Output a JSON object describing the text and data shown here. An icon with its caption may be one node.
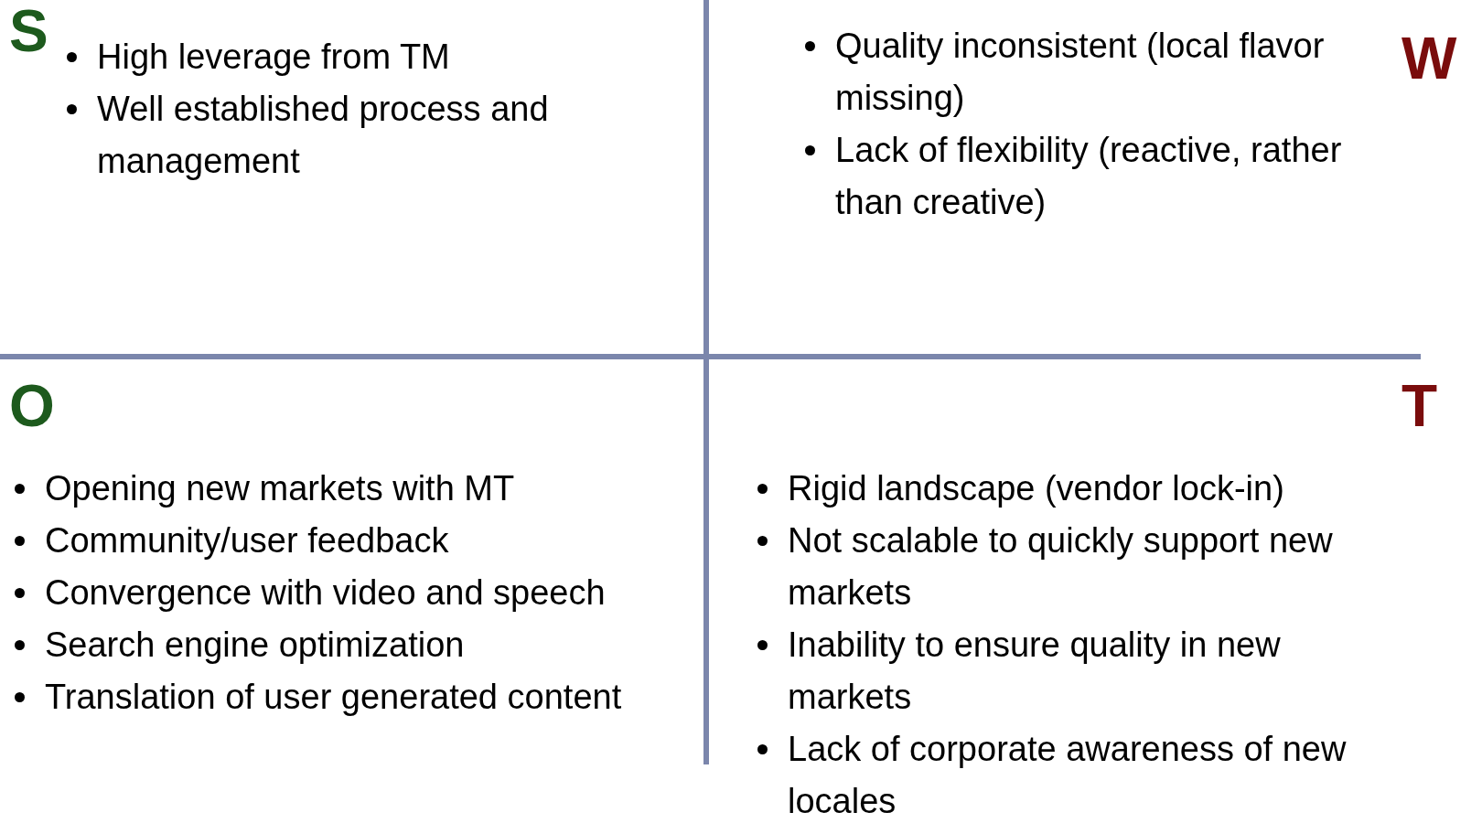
{
  "diagram": {
    "labels": [
      "S",
      "High leverage from TM",
      "Well established process and management",
      "W",
      "Quality inconsistent (local flavor missing)",
      "Lack of flexibility (reactive, rather than creative)",
      "O",
      "Opening new markets with MT",
      "Community/user feedback",
      "Convergence with video and speech",
      "Search engine optimization",
      "Translation of user generated content",
      "T",
      "Rigid landscape (vendor lock-in)",
      "Not scalable to quickly support new markets",
      "Inability to ensure quality in new markets",
      "Lack of corporate awareness of new locales"
    ]
  }
}
